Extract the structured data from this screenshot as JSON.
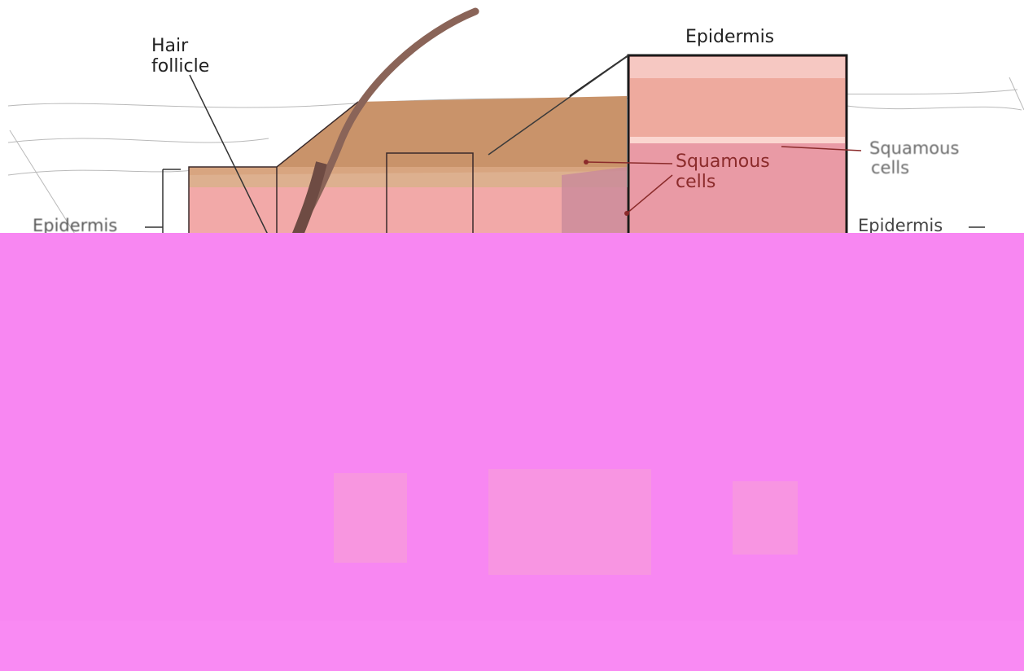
{
  "labels": {
    "hair_follicle_line1": "Hair",
    "hair_follicle_line2": "follicle",
    "epidermis_top": "Epidermis",
    "epidermis_left": "Epidermis",
    "epidermis_right": "Epidermis",
    "squamous_line1": "Squamous",
    "squamous_line2": "cells",
    "squamous_right_line1": "Squamous",
    "squamous_right_line2": "cells"
  },
  "colors": {
    "dead_layer": "#c9936a",
    "epidermis_pink": "#f2a9a8",
    "magenta_overlay": "#f887f2",
    "hair": "#8a6458",
    "label_red": "#8b2b2b"
  }
}
